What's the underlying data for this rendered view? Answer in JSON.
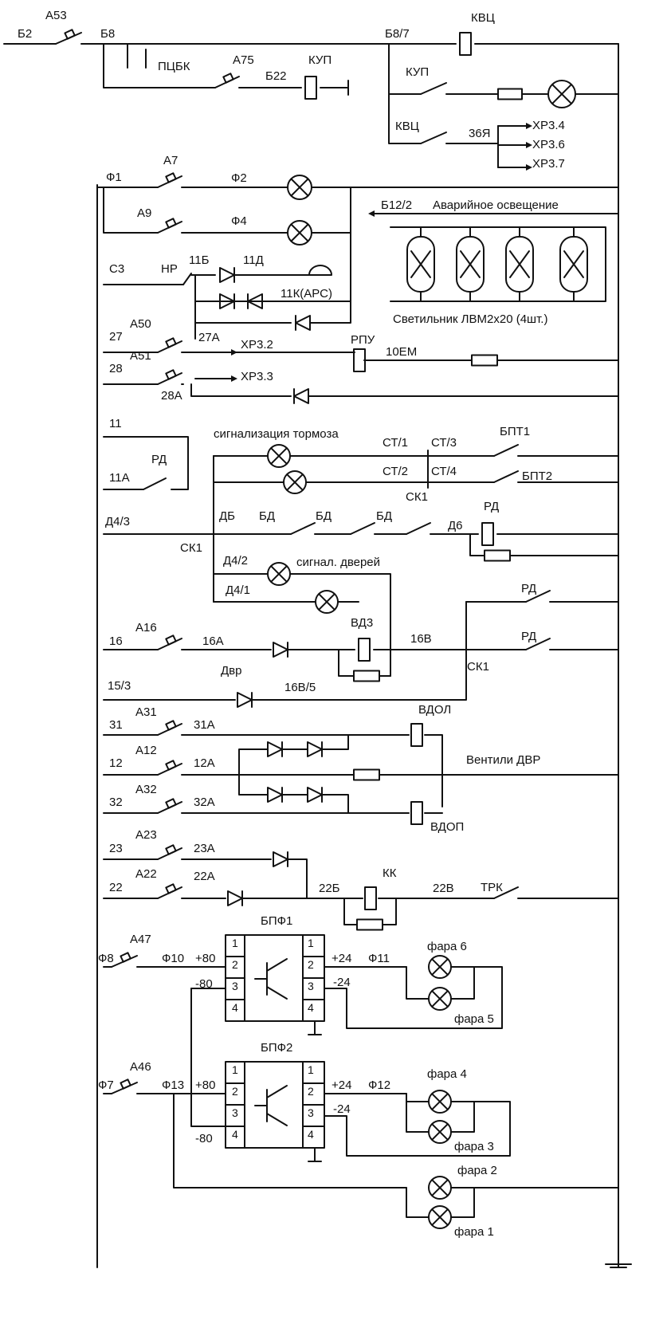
{
  "labels": {
    "b2": "Б2",
    "a53": "А53",
    "b8": "Б8",
    "b87": "Б8/7",
    "kvc_top": "КВЦ",
    "pcbk": "ПЦБК",
    "a75": "А75",
    "b22": "Б22",
    "kup_coil": "КУП",
    "kup_contact": "КУП",
    "kvc_contact": "КВЦ",
    "n36ya": "36Я",
    "xp34": "ХР3.4",
    "xp36": "ХР3.6",
    "xp37": "ХР3.7",
    "f1": "Ф1",
    "a7": "А7",
    "f2": "Ф2",
    "a9": "А9",
    "f4": "Ф4",
    "b122": "Б12/2",
    "emergency_light": "Аварийное освещение",
    "lamp_fixture": "Светильник ЛВМ2х20 (4шт.)",
    "c3": "С3",
    "hp": "НР",
    "n11b": "11Б",
    "n11d": "11Д",
    "n11k": "11К(АРС)",
    "n27": "27",
    "a50": "А50",
    "n27a": "27А",
    "xp32": "ХР3.2",
    "rpu": "РПУ",
    "n10em": "10ЕМ",
    "n28": "28",
    "a51": "А51",
    "xp33": "ХР3.3",
    "n28a": "28А",
    "n11": "11",
    "n11a": "11А",
    "rd1": "РД",
    "brake_signal": "сигнализация тормоза",
    "st1": "СТ/1",
    "st3": "СТ/3",
    "bpt1": "БПТ1",
    "st2": "СТ/2",
    "st4": "СТ/4",
    "bpt2": "БПТ2",
    "d43": "Д4/3",
    "db": "ДБ",
    "bd1": "БД",
    "bd2": "БД",
    "bd3": "БД",
    "sk1_top": "СК1",
    "d6": "Д6",
    "rd2": "РД",
    "sk1_left": "СК1",
    "d42": "Д4/2",
    "door_signal": "сигнал. дверей",
    "d41": "Д4/1",
    "rd3": "РД",
    "rd4": "РД",
    "n16": "16",
    "a16": "А16",
    "n16a": "16А",
    "vd3": "ВД3",
    "n16v": "16В",
    "sk1_right": "СК1",
    "n153": "15/3",
    "dvr": "Двр",
    "n16v5": "16В/5",
    "n31": "31",
    "a31": "А31",
    "n31a": "31А",
    "vdol": "ВДОЛ",
    "n12": "12",
    "a12": "А12",
    "n12a": "12А",
    "valves_dvr": "Вентили ДВР",
    "n32": "32",
    "a32": "А32",
    "n32a": "32А",
    "vdop": "ВДОП",
    "n23": "23",
    "a23": "А23",
    "n23a": "23А",
    "n22": "22",
    "a22": "А22",
    "n22a": "22А",
    "n22b": "22Б",
    "kk": "КК",
    "n22v": "22В",
    "trk": "ТРК",
    "bpf1": "БПФ1",
    "f8": "Ф8",
    "a47": "А47",
    "f10": "Ф10",
    "p80_1": "+80",
    "m80_1": "-80",
    "p24_1": "+24",
    "m24_1": "-24",
    "f11": "Ф11",
    "headlight6": "фара 6",
    "headlight5": "фара 5",
    "bpf2": "БПФ2",
    "f7": "Ф7",
    "a46": "А46",
    "f13": "Ф13",
    "p80_2": "+80",
    "m80_2": "-80",
    "p24_2": "+24",
    "m24_2": "-24",
    "f12": "Ф12",
    "headlight4": "фара 4",
    "headlight3": "фара 3",
    "headlight2": "фара 2",
    "headlight1": "фара 1",
    "pin1": "1",
    "pin2": "2",
    "pin3": "3",
    "pin4": "4"
  }
}
